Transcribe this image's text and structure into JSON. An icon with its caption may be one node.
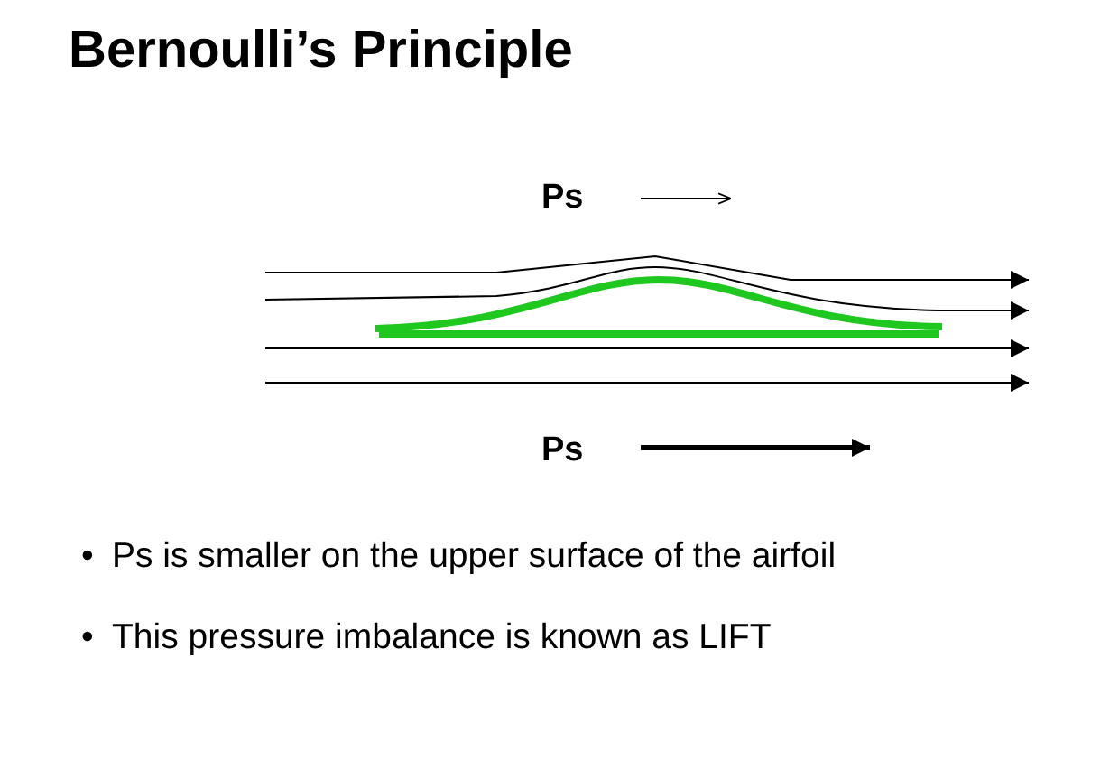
{
  "diagram": {
    "title": "Bernoulli’s Principle",
    "labels": [
      "Ps",
      "Ps",
      "•",
      "Ps is smaller on the upper surface of the airfoil",
      "•",
      "This pressure imbalance is known as LIFT"
    ]
  }
}
